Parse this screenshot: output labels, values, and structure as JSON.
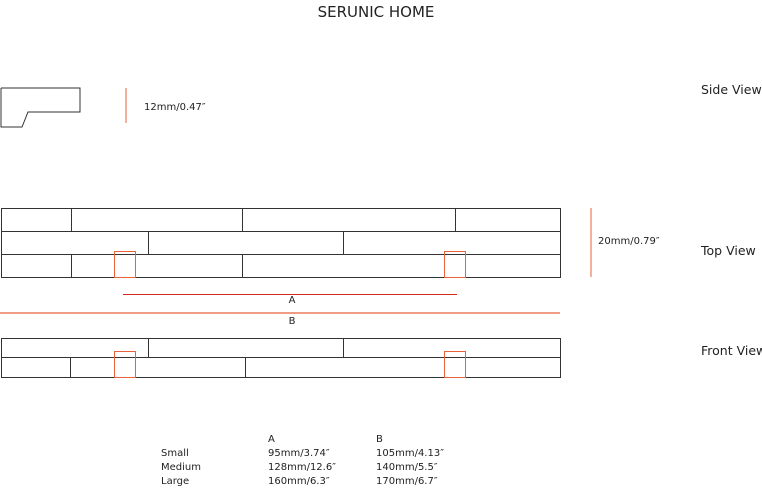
{
  "title": "SERUNIC HOME",
  "views": {
    "side": "Side View",
    "top": "Top View",
    "front": "Front View"
  },
  "dimensions": {
    "side_height": "12mm/0.47″",
    "top_height": "20mm/0.79″",
    "a_label": "A",
    "b_label": "B"
  },
  "size_table": {
    "headers": [
      "A",
      "B"
    ],
    "rows": [
      {
        "size": "Small",
        "a": "95mm/3.74″",
        "b": "105mm/4.13″"
      },
      {
        "size": "Medium",
        "a": "128mm/12.6″",
        "b": "140mm/5.5″"
      },
      {
        "size": "Large",
        "a": "160mm/6.3″",
        "b": "170mm/6.7″"
      }
    ]
  },
  "colors": {
    "accent": "#e8623a",
    "line_a": "#d9261c",
    "outline": "#333333"
  }
}
